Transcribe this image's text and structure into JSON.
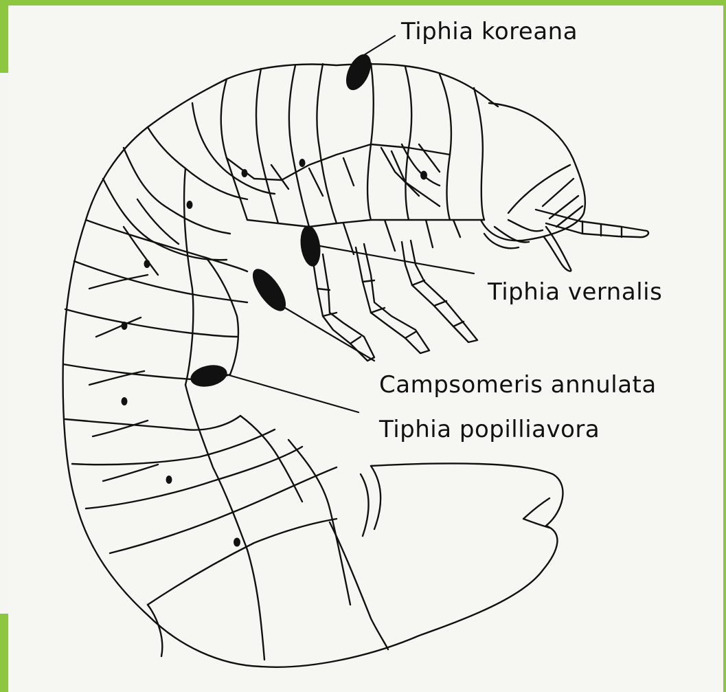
{
  "figure": {
    "frame_color": "#8dc63f",
    "paper_color": "#f6f6f3",
    "ink_color": "#111111",
    "subject_icon": "beetle-grub-icon"
  },
  "labels": {
    "tiphia_koreana": "Tiphia koreana",
    "tiphia_vernalis": "Tiphia vernalis",
    "campsomeris_annulata": "Campsomeris annulata",
    "tiphia_popilliavora": "Tiphia popilliavora"
  }
}
